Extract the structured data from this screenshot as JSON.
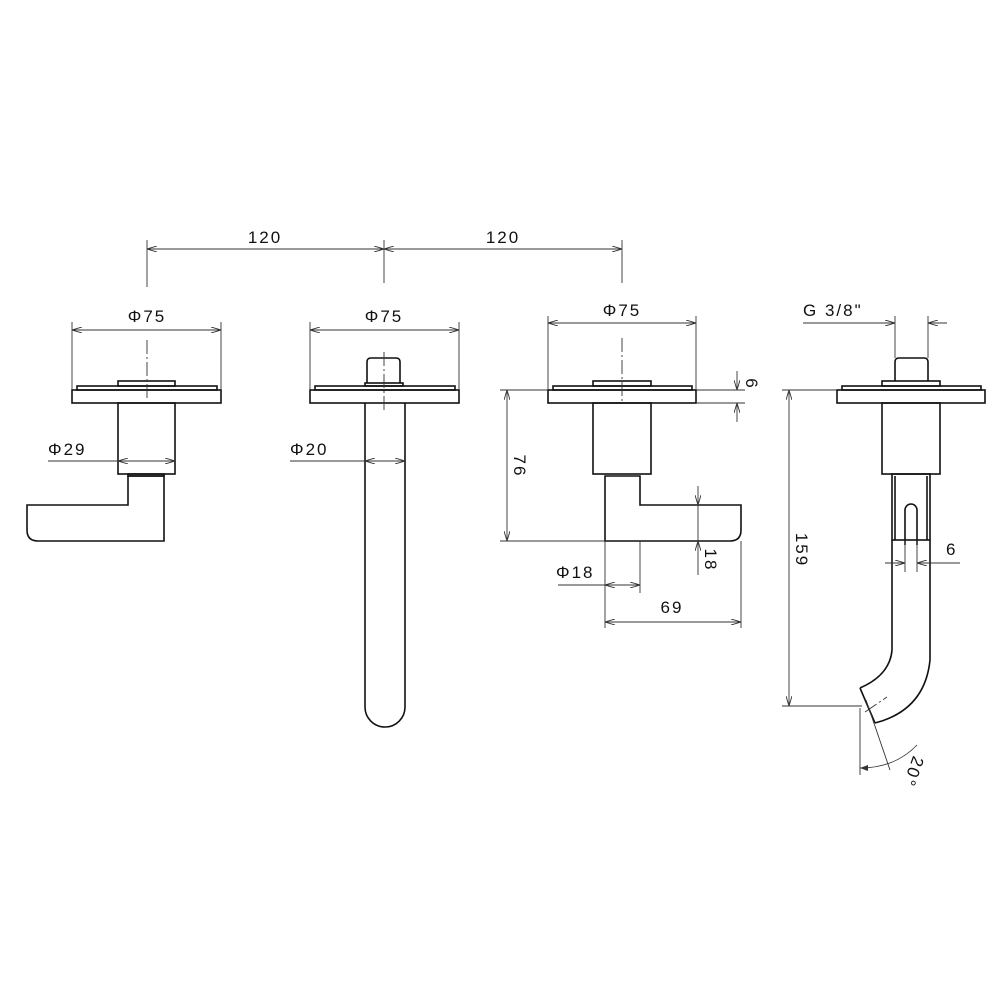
{
  "drawing": {
    "spacing_left": "120",
    "spacing_right": "120",
    "left_handle": {
      "flange_diameter": "Φ75",
      "body_diameter": "Φ29"
    },
    "spout": {
      "flange_diameter": "Φ75",
      "pipe_diameter": "Φ20"
    },
    "right_handle": {
      "flange_diameter": "Φ75",
      "flange_thickness": "6",
      "height": "76",
      "lever_thickness": "18",
      "lever_diameter": "Φ18",
      "lever_length": "69"
    },
    "side_view": {
      "thread": "G 3/8\"",
      "length": "159",
      "slot_width": "6",
      "angle": "20°"
    }
  }
}
